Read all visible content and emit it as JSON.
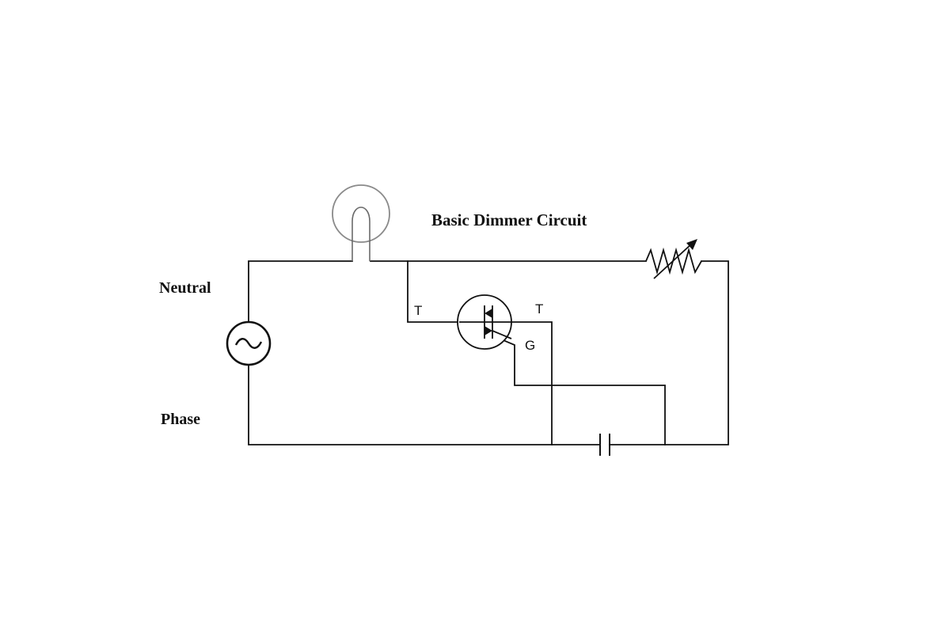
{
  "diagram": {
    "title": "Basic Dimmer Circuit",
    "labels": {
      "neutral": "Neutral",
      "phase": "Phase",
      "triac_terminal_left": "T",
      "triac_terminal_right": "T",
      "triac_gate": "G"
    },
    "components": [
      {
        "type": "ac-source",
        "icon": "ac-source-icon"
      },
      {
        "type": "lamp",
        "icon": "lamp-icon"
      },
      {
        "type": "triac",
        "icon": "triac-icon"
      },
      {
        "type": "variable-resistor",
        "icon": "variable-resistor-icon"
      },
      {
        "type": "capacitor",
        "icon": "capacitor-icon"
      }
    ],
    "colors": {
      "wire": "#111111",
      "lamp": "#8a8a8a",
      "background": "#ffffff"
    }
  }
}
